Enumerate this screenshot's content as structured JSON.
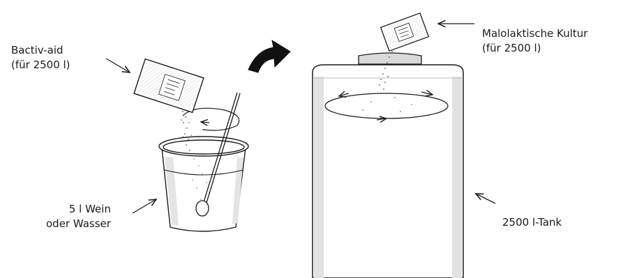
{
  "labels": {
    "bactiv_line1": "Bactiv-aid",
    "bactiv_line2": "(für 2500 l)",
    "culture_line1": "Malolaktische Kultur",
    "culture_line2": "(für 2500 l)",
    "wine_line1": "5 l Wein",
    "wine_line2": "oder Wasser",
    "tank": "2500 l-Tank"
  },
  "colors": {
    "ink": "#1b1b1b",
    "paper": "#ffffff",
    "shade": "#d6d6d6",
    "arrow_fill": "#111111"
  }
}
